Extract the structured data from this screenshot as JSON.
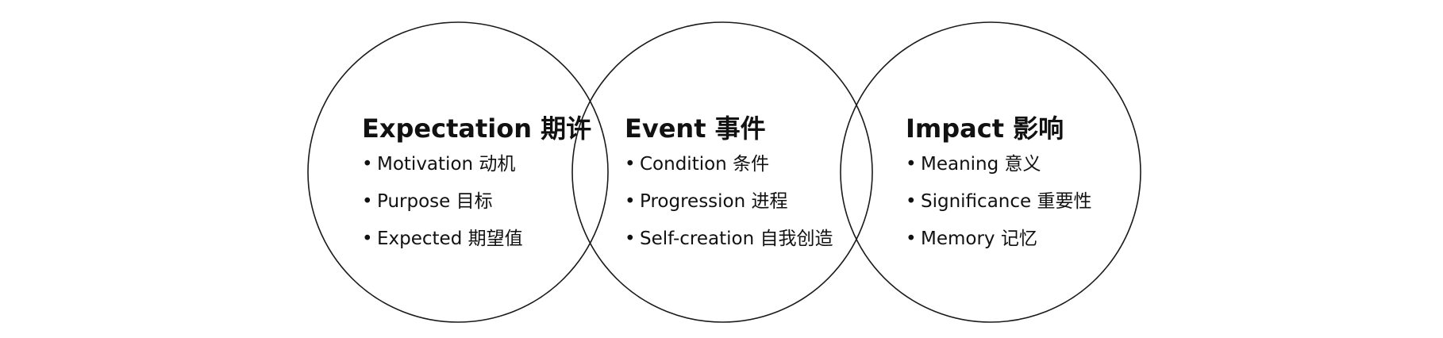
{
  "diagram": {
    "circles": [
      {
        "title": "Expectation 期许",
        "items": [
          "Motivation 动机",
          "Purpose 目标",
          "Expected 期望值"
        ]
      },
      {
        "title": "Event 事件",
        "items": [
          "Condition 条件",
          "Progression 进程",
          "Self-creation 自我创造"
        ]
      },
      {
        "title": "Impact 影响",
        "items": [
          "Meaning 意义",
          "Significance 重要性",
          "Memory 记忆"
        ]
      }
    ],
    "bullet_glyph": "•",
    "stroke_color": "#1a1a1a",
    "text_color": "#111111"
  }
}
